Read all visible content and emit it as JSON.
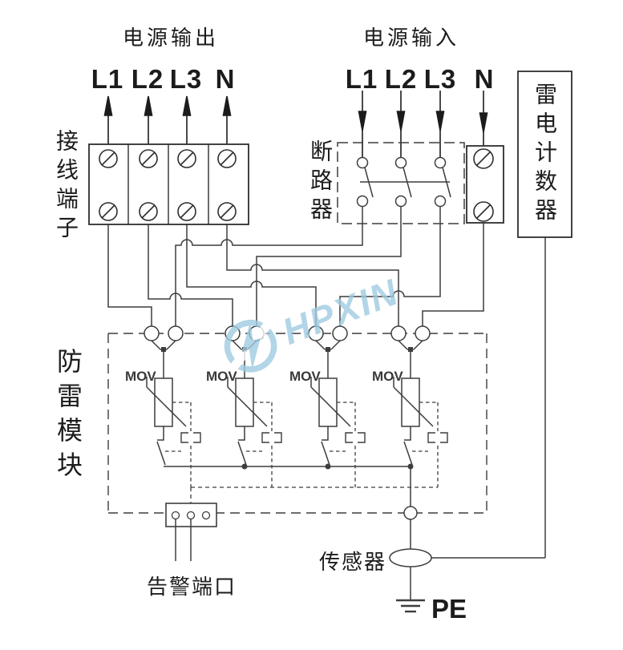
{
  "watermark": {
    "text": "HPXIN",
    "color": "#9fcbe2"
  },
  "output_section": {
    "title": "电源输出",
    "phases": [
      "L1",
      "L2",
      "L3",
      "N"
    ],
    "terminal_block_label": "接线端子"
  },
  "input_section": {
    "title": "电源输入",
    "phases": [
      "L1",
      "L2",
      "L3",
      "N"
    ],
    "breaker_label": "断路器",
    "lightning_counter_label": "雷电计数器"
  },
  "spd_module": {
    "label": "防雷模块",
    "mov_labels": [
      "MOV",
      "MOV",
      "MOV",
      "MOV"
    ],
    "alarm_port_label": "告警端口",
    "sensor_label": "传感器",
    "earth_label": "PE"
  },
  "colors": {
    "wire": "#3d3d3d",
    "box": "#2e2e2e",
    "text": "#1c1c1c",
    "watermark": "#9fcbe2"
  }
}
